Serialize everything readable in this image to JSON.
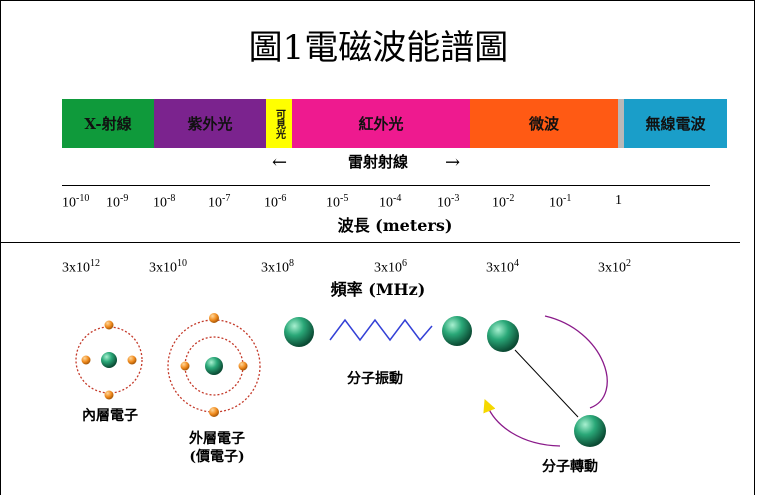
{
  "title": "圖1電磁波能譜圖",
  "colors": {
    "xray": "#0f9a3b",
    "uv": "#7b238e",
    "visible": "#ffff00",
    "ir": "#ee1a8f",
    "microwave": "#ff5a14",
    "gap": "#b8b8b8",
    "radio": "#1a9ec9",
    "sphere": "#1f9e6c",
    "electron": "#f08a1c",
    "orbit": "#c43a2a",
    "wave": "#3340d6",
    "rotation_arc": "#8a1a8a"
  },
  "bands": [
    {
      "key": "xray",
      "label": "X-射線"
    },
    {
      "key": "uv",
      "label": "紫外光"
    },
    {
      "key": "visible",
      "label": "可見光"
    },
    {
      "key": "ir",
      "label": "紅外光"
    },
    {
      "key": "microwave",
      "label": "微波"
    },
    {
      "key": "radio",
      "label": "無線電波"
    }
  ],
  "laser_label": "雷射射線",
  "wavelength_ticks": [
    {
      "base": "10",
      "exp": "-10"
    },
    {
      "base": "10",
      "exp": "-9"
    },
    {
      "base": "10",
      "exp": "-8"
    },
    {
      "base": "10",
      "exp": "-7"
    },
    {
      "base": "10",
      "exp": "-6"
    },
    {
      "base": "10",
      "exp": "-5"
    },
    {
      "base": "10",
      "exp": "-4"
    },
    {
      "base": "10",
      "exp": "-3"
    },
    {
      "base": "10",
      "exp": "-2"
    },
    {
      "base": "10",
      "exp": "-1"
    },
    {
      "base": "1",
      "exp": ""
    }
  ],
  "wavelength_label": "波長 (meters)",
  "frequency_ticks": [
    {
      "base": "3x10",
      "exp": "12"
    },
    {
      "base": "3x10",
      "exp": "10"
    },
    {
      "base": "3x10",
      "exp": "8"
    },
    {
      "base": "3x10",
      "exp": "6"
    },
    {
      "base": "3x10",
      "exp": "4"
    },
    {
      "base": "3x10",
      "exp": "2"
    }
  ],
  "frequency_label": "頻率 (MHz)",
  "captions": {
    "inner": "內層電子",
    "outer_line1": "外層電子",
    "outer_line2": "(價電子)",
    "vibration": "分子振動",
    "rotation": "分子轉動"
  }
}
